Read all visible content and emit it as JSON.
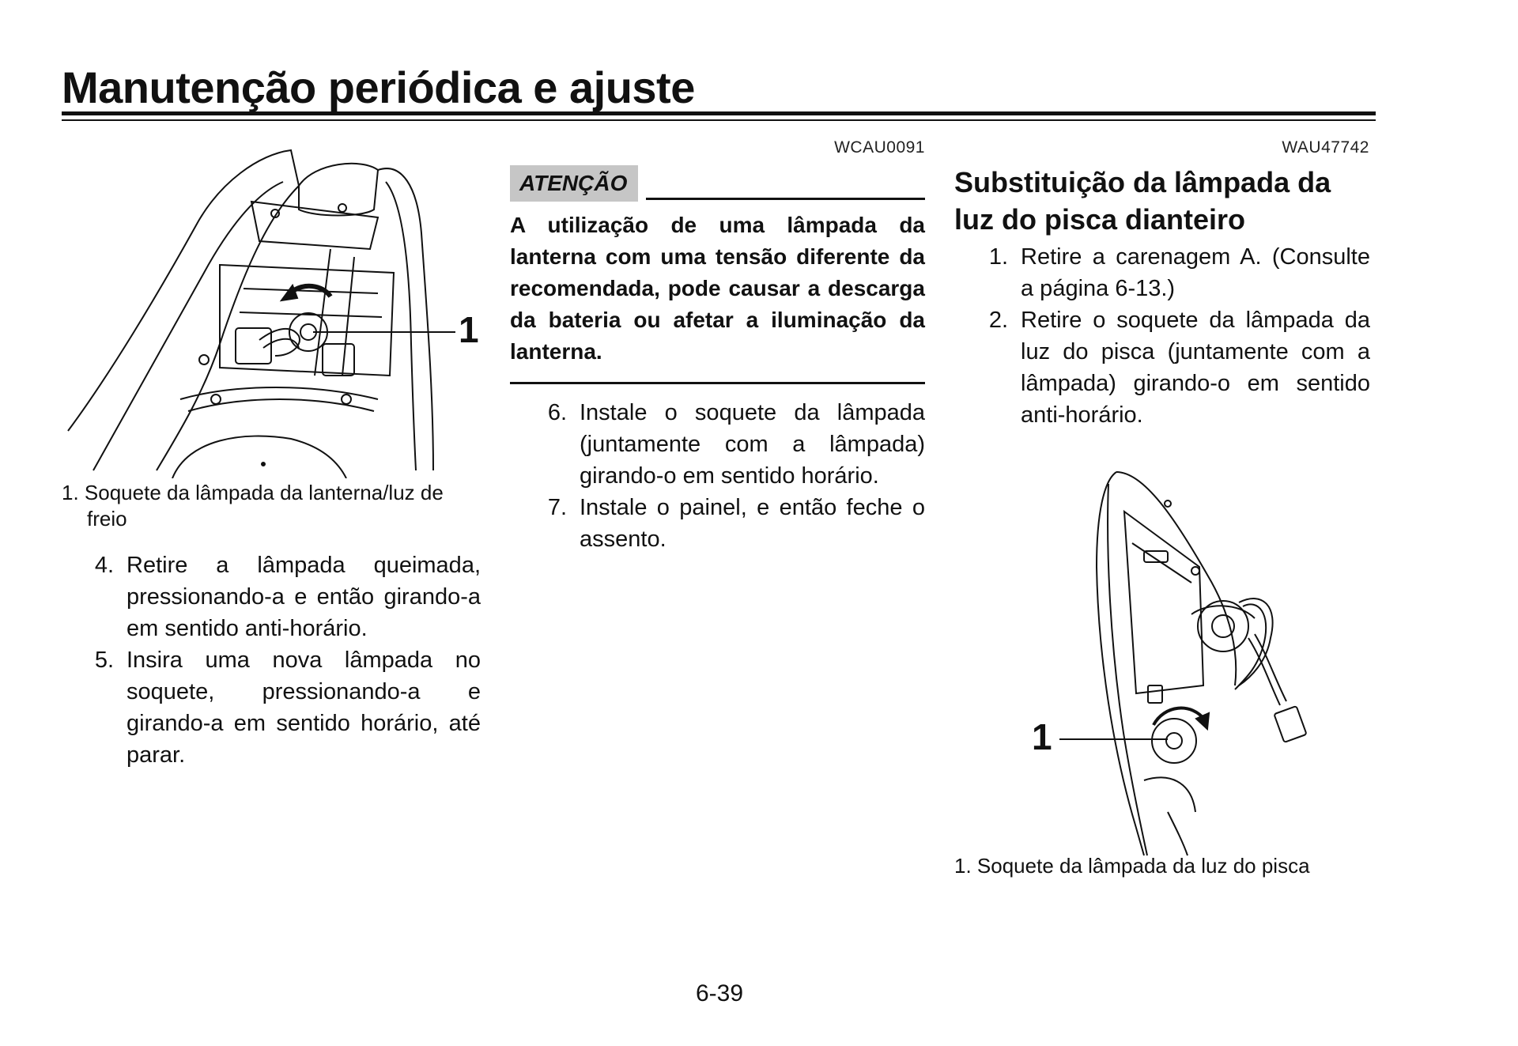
{
  "header": {
    "title": "Manutenção periódica e ajuste"
  },
  "left_column": {
    "figure": {
      "callout": "1"
    },
    "caption": "1. Soquete da lâmpada da lanterna/luz de freio",
    "steps": [
      {
        "num": "4.",
        "text": "Retire a lâmpada queimada, pressionando-a e então girando-a em sentido anti-horário."
      },
      {
        "num": "5.",
        "text": "Insira uma nova lâmpada no soquete, pressionando-a e girando-a em sentido horário, até parar."
      }
    ]
  },
  "middle_column": {
    "code": "WCAU0091",
    "caution_label": "ATENÇÃO",
    "caution_text": "A utilização de uma lâmpada da lanterna com uma tensão diferente da recomendada, pode causar a descarga da bateria ou afetar a iluminação da lanterna.",
    "steps": [
      {
        "num": "6.",
        "text": "Instale o soquete da lâmpada (juntamente com a lâmpada) girando-o em sentido horário."
      },
      {
        "num": "7.",
        "text": "Instale o painel, e então feche o assento."
      }
    ]
  },
  "right_column": {
    "code": "WAU47742",
    "section_title": "Substituição da lâmpada da luz do pisca dianteiro",
    "steps": [
      {
        "num": "1.",
        "text": "Retire a carenagem A. (Consulte a página 6-13.)"
      },
      {
        "num": "2.",
        "text": "Retire o soquete da lâmpada da luz do pisca (juntamente com a lâmpada) girando-o em sentido anti-horário."
      }
    ],
    "figure": {
      "callout": "1"
    },
    "caption": "1. Soquete da lâmpada da luz do pisca"
  },
  "footer": {
    "page_number": "6-39"
  }
}
